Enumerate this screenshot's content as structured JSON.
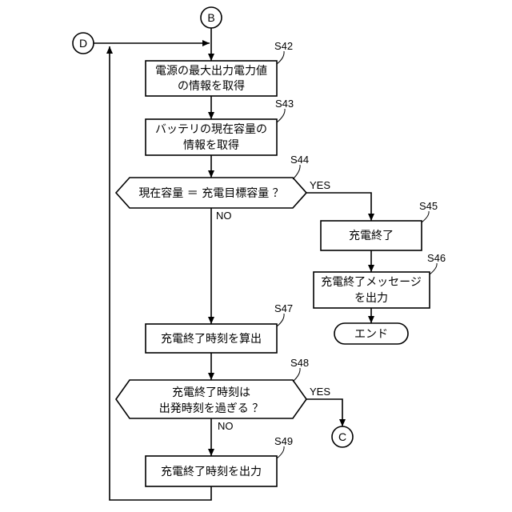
{
  "connectors": {
    "top": "B",
    "loop": "D",
    "exit": "C"
  },
  "steps": {
    "s42": {
      "id": "S42",
      "line1": "電源の最大出力電力値",
      "line2": "の情報を取得"
    },
    "s43": {
      "id": "S43",
      "line1": "バッテリの現在容量の",
      "line2": "情報を取得"
    },
    "s44": {
      "id": "S44",
      "text": "現在容量 ＝ 充電目標容量 ？",
      "yes": "YES",
      "no": "NO"
    },
    "s45": {
      "id": "S45",
      "text": "充電終了"
    },
    "s46": {
      "id": "S46",
      "line1": "充電終了メッセージ",
      "line2": "を出力"
    },
    "end": {
      "text": "エンド"
    },
    "s47": {
      "id": "S47",
      "text": "充電終了時刻を算出"
    },
    "s48": {
      "id": "S48",
      "line1": "充電終了時刻は",
      "line2": "出発時刻を過ぎる ？",
      "yes": "YES",
      "no": "NO"
    },
    "s49": {
      "id": "S49",
      "text": "充電終了時刻を出力"
    }
  }
}
